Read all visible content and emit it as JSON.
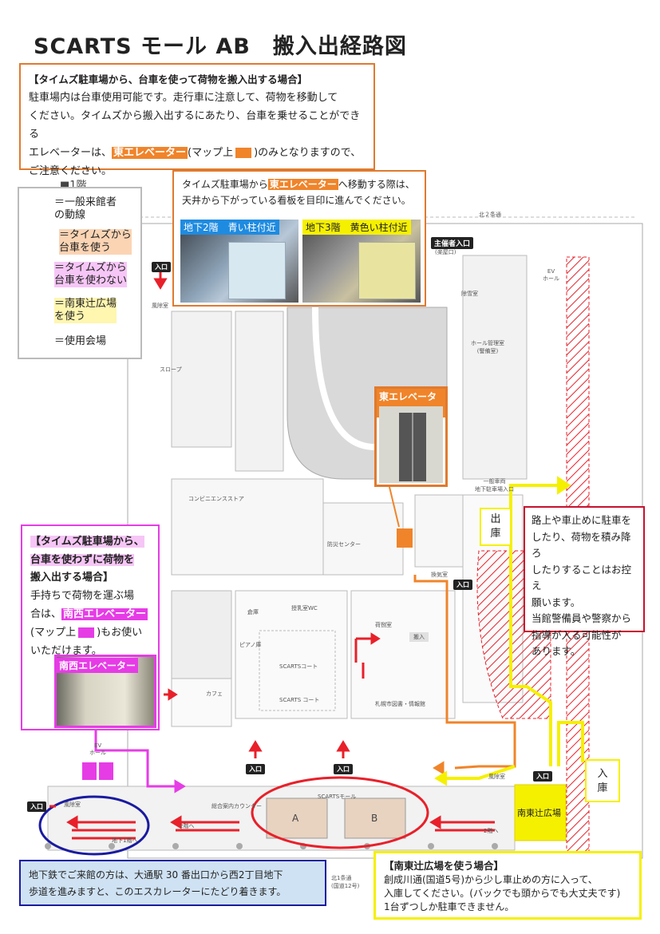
{
  "title": "SCARTS モール AB　搬入出経路図",
  "times_box": {
    "heading": "【タイムズ駐車場から、台車を使って荷物を搬入出する場合】",
    "line1": "駐車場内は台車使用可能です。走行車に注意して、荷物を移動して",
    "line2": "ください。タイムズから搬入出するにあたり、台車を乗せることができる",
    "line3_pre": "エレベーターは、",
    "line3_hl": "東エレベーター",
    "line3_mid": "(マップ上",
    "line3_post": ")のみとなりますので、",
    "line4": "ご注意ください。"
  },
  "floor_label": "■1階",
  "legend": {
    "items": [
      {
        "text": "＝一般来館者\nの動線",
        "color": "#e8202a"
      },
      {
        "text": "＝タイムズから\n台車を使う",
        "color": "#f0842a"
      },
      {
        "text": "＝タイムズから\n台車を使わない",
        "color": "#e63ce6"
      },
      {
        "text": "＝南東辻広場\nを使う",
        "color": "#f5f000"
      }
    ],
    "venue": "＝使用会場"
  },
  "move_box": {
    "pre": "タイムズ駐車場から",
    "hl": "東エレベーター",
    "post": "へ移動する際は、",
    "line2": "天井から下がっている看板を目印に進んでください。",
    "photo1": "地下2階　青い柱付近",
    "photo2": "地下3階　黄色い柱付近"
  },
  "east_elevator_label": "東エレベーター",
  "sw_elevator_label": "南西エレベーター",
  "no_cart_box": {
    "h1": "【タイムズ駐車場から、",
    "h2": "台車を使わずに荷物を",
    "h3": "搬入出する場合】",
    "l1": "手持ちで荷物を運ぶ場",
    "l2_pre": "合は、",
    "l2_hl": "南西エレベーター",
    "l3_pre": "(マップ上",
    "l3_post": ")もお使い",
    "l4": "いただけます。"
  },
  "warning_box": {
    "l1": "路上や車止めに駐車を",
    "l2": "したり、荷物を積み降ろ",
    "l3": "したりすることはお控え",
    "l4": "願います。",
    "l5": "当館警備員や警察から",
    "l6": "指導が入る可能性が",
    "l7": "あります。"
  },
  "exit_label": "出\n庫",
  "entry_label": "入\n庫",
  "plaza_label": "南東辻広場",
  "subway_box": {
    "l1": "地下鉄でご来館の方は、大通駅 30 番出口から西2丁目地下",
    "l2": "歩道を進みますと、このエスカレーターにたどり着きます。"
  },
  "plaza_box": {
    "heading": "【南東辻広場を使う場合】",
    "l1": "創成川通(国道5号)から少し車止めの方に入って、",
    "l2": "入庫してください。(バックでも頭からでも大丈夫です)",
    "l3": "1台ずつしか駐車できません。"
  },
  "map": {
    "room_a": "A",
    "room_b": "B",
    "mall_label": "SCARTSモール",
    "sponsor_entrance": "主催者入口",
    "sponsor_entrance_sub": "(楽屋口)",
    "entrance": "入口",
    "street_n": "北２条通",
    "street_s": "北1条通\n(国道12号)",
    "rooms": {
      "conbini": "コンビニエンスストア",
      "bousai": "防災センター",
      "cafe": "カフェ",
      "scarts_court": "SCARTSコート",
      "scarts_court2": "SCARTS コート",
      "library": "札幌市図書・情報館",
      "souko": "倉庫",
      "piano": "ピアノ庫",
      "hall_office": "ホール管理室\n(警備室)",
      "jokyo": "除雪室",
      "fujo": "風除室",
      "kanki": "換気室",
      "info": "総合案内カウンター",
      "b1": "地下1階へ",
      "f2a": "2階へ",
      "f2b": "2階へ",
      "slope": "スロープ",
      "parking": "一般車両\n地下駐車場入口",
      "ev_hall": "EV\nホール",
      "nimotsu": "荷捌室",
      "hannyu": "搬入",
      "wc": "授乳室WC"
    }
  }
}
